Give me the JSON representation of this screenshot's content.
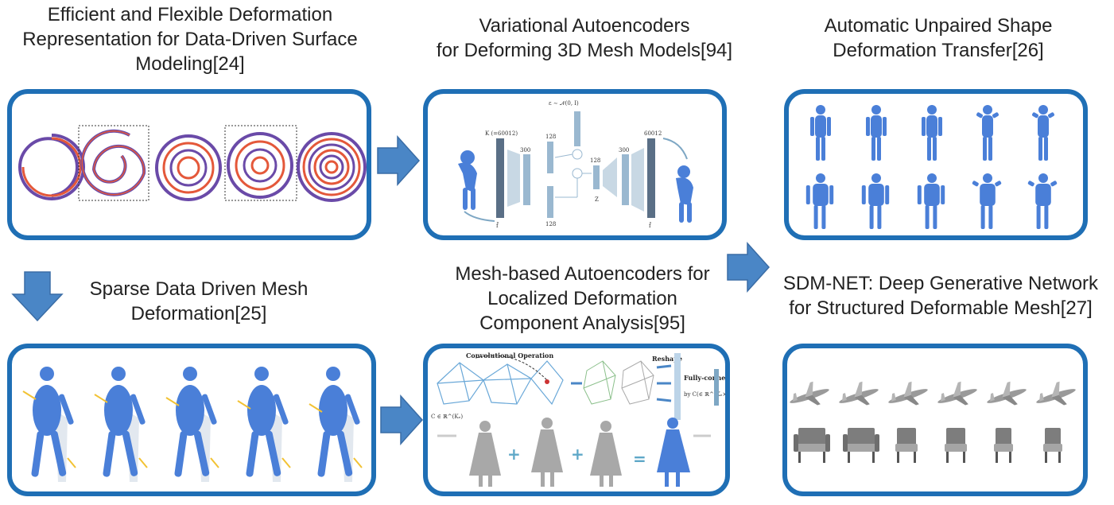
{
  "titles": {
    "p1": [
      "Efficient and Flexible Deformation",
      "Representation for Data-Driven Surface",
      "Modeling[24]"
    ],
    "p2": [
      "Variational Autoencoders",
      "for Deforming 3D Mesh Models[94]"
    ],
    "p3": [
      "Automatic Unpaired Shape",
      "Deformation Transfer[26]"
    ],
    "p4": [
      "Sparse Data Driven Mesh",
      "Deformation[25]"
    ],
    "p5": [
      "Mesh-based Autoencoders for",
      "Localized Deformation",
      "Component Analysis[95]"
    ],
    "p6": [
      "SDM-NET: Deep Generative Network",
      "for Structured Deformable Mesh[27]"
    ]
  },
  "vae": {
    "noise": "ε ∼ 𝒩(0, I)",
    "input_dim": "K (=60012)",
    "output_dim": "60012",
    "l300a": "300",
    "l128a": "128",
    "l128b": "128",
    "l128c": "128",
    "l300b": "300",
    "z": "Z",
    "f_in": "f̄",
    "f_out": "f̂"
  },
  "mesh_ae": {
    "conv": "Convolutional Operation",
    "reshape": "Reshape",
    "fc": "Fully-connect",
    "fc_formula": "by C(∈ ℝ^(Kₑ×μ))",
    "c_label": "C ∈ ℝ^(Kₑ)",
    "plus": "+",
    "equals": "="
  },
  "colors": {
    "accent": "#1f6fb5",
    "arrow": "#4a86c6",
    "figure": "#4a7fd8"
  }
}
